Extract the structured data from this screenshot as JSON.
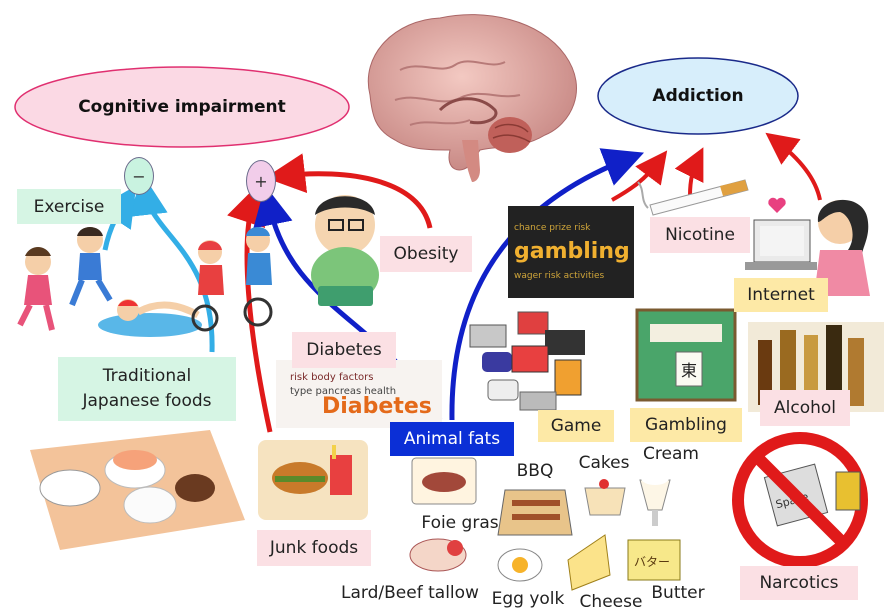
{
  "headers": {
    "cognitive": "Cognitive impairment",
    "addiction": "Addiction"
  },
  "signs": {
    "minus": "−",
    "plus": "+"
  },
  "labels": {
    "exercise": "Exercise",
    "traditional_line1": "Traditional",
    "traditional_line2": "Japanese foods",
    "obesity": "Obesity",
    "diabetes": "Diabetes",
    "junk_foods": "Junk foods",
    "animal_fats": "Animal fats",
    "nicotine": "Nicotine",
    "internet": "Internet",
    "game": "Game",
    "gambling": "Gambling",
    "alcohol": "Alcohol",
    "narcotics": "Narcotics",
    "foie_gras": "Foie gras",
    "bbq": "BBQ",
    "cakes": "Cakes",
    "cream": "Cream",
    "lard": "Lard/Beef tallow",
    "egg_yolk": "Egg yolk",
    "cheese": "Cheese",
    "butter": "Butter"
  },
  "image_text": {
    "diabetes_word": "Diabetes",
    "gambling_word": "gambling",
    "space_word": "Space",
    "tile_char": "東",
    "butter_jp": "バター"
  },
  "colors": {
    "blue_arrow": "#1020c8",
    "red_arrow": "#e01a1a",
    "lightblue_arrow": "#33aee6",
    "cognitive_fill": "#fbd9e4",
    "addiction_fill": "#d7eefb",
    "minus_fill": "#c9f3e0",
    "plus_fill": "#f2cdea"
  }
}
